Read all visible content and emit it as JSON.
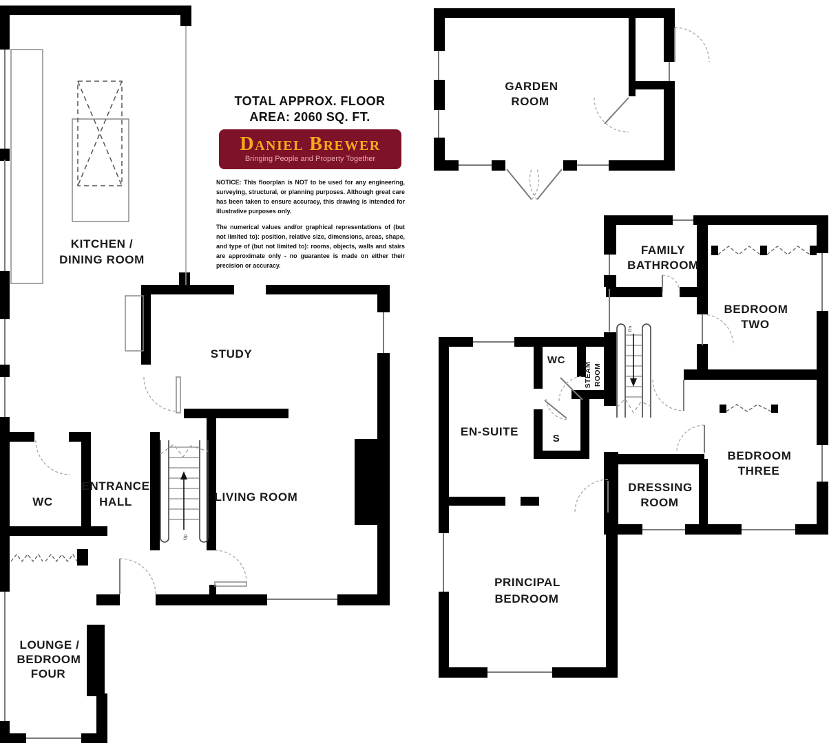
{
  "header": {
    "total_area_line1": "TOTAL APPROX. FLOOR",
    "total_area_line2": "AREA: 2060 SQ. FT.",
    "logo": {
      "name": "Daniel Brewer",
      "tagline": "Bringing People and Property Together",
      "bg_color": "#7D1228",
      "name_color": "#F5A81C",
      "tagline_color": "#F2AABE"
    },
    "notice_paragraph1": "NOTICE: This floorplan is NOT to be used for any engineering, surveying, structural, or planning purposes. Although great care has been taken to ensure accuracy, this drawing is intended for illustrative purposes only.",
    "notice_paragraph2": "The numerical values and/or graphical representations of (but not limited to): position, relative size, dimensions, areas, shape, and type of (but not limited to): rooms, objects, walls and stairs are approximate only - no guarantee is made on either their precision or accuracy."
  },
  "rooms": {
    "kitchen": {
      "lines": [
        "KITCHEN /",
        "DINING ROOM"
      ]
    },
    "study": {
      "lines": [
        "STUDY"
      ]
    },
    "living": {
      "lines": [
        "LIVING ROOM"
      ]
    },
    "entrance": {
      "lines": [
        "ENTRANCE",
        "HALL"
      ]
    },
    "wc_ground": {
      "lines": [
        "WC"
      ]
    },
    "lounge": {
      "lines": [
        "LOUNGE /",
        "BEDROOM",
        "FOUR"
      ]
    },
    "garden": {
      "lines": [
        "GARDEN",
        "ROOM"
      ]
    },
    "family_bathroom": {
      "lines": [
        "FAMILY",
        "BATHROOM"
      ]
    },
    "bedroom_two": {
      "lines": [
        "BEDROOM",
        "TWO"
      ]
    },
    "bedroom_three": {
      "lines": [
        "BEDROOM",
        "THREE"
      ]
    },
    "dressing": {
      "lines": [
        "DRESSING",
        "ROOM"
      ]
    },
    "ensuite": {
      "lines": [
        "EN-SUITE"
      ]
    },
    "wc_first": {
      "lines": [
        "WC"
      ]
    },
    "steam": {
      "lines": [
        "STEAM",
        "ROOM"
      ]
    },
    "cupboard": {
      "lines": [
        "S"
      ]
    },
    "principal": {
      "lines": [
        "PRINCIPAL",
        "BEDROOM"
      ]
    }
  },
  "stairs": {
    "up_label": "Up",
    "down_label": "Dn"
  },
  "colors": {
    "wall": "#000000",
    "window": "#7a7a7a",
    "door_arc": "#a8a8a8",
    "label": "#1a1a1a"
  }
}
